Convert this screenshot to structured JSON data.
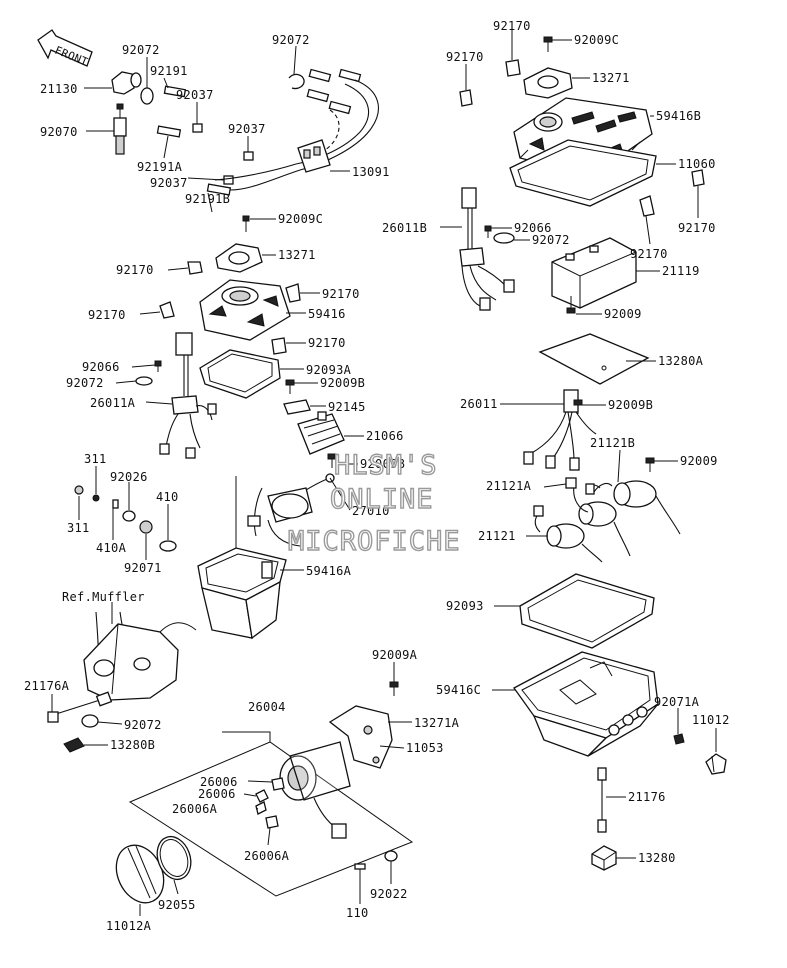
{
  "direction_label": "FRONT",
  "reference_note": "Ref.Muffler",
  "watermark": [
    "HLSM'S",
    "ONLINE",
    "MICROFICHE"
  ],
  "part_labels": {
    "p21130": "21130",
    "p92070": "92070",
    "p92072_a": "92072",
    "p92191": "92191",
    "p92037_a": "92037",
    "p92037_b": "92037",
    "p92037_c": "92037",
    "p92191A": "92191A",
    "p92191B": "92191B",
    "p92072_b": "92072",
    "p13091": "13091",
    "p92009C_a": "92009C",
    "p13271_a": "13271",
    "p92170_a": "92170",
    "p92170_b": "92170",
    "p59416": "59416",
    "p92170_c": "92170",
    "p92170_d": "92170",
    "p92066_a": "92066",
    "p92093A": "92093A",
    "p92072_c": "92072",
    "p92009B_a": "92009B",
    "p26011A": "26011A",
    "p92145": "92145",
    "p21066": "21066",
    "p311_a": "311",
    "p92026": "92026",
    "p92009B_b": "92009B",
    "p410": "410",
    "p27010": "27010",
    "p311_b": "311",
    "p410A": "410A",
    "p92071": "92071",
    "p59416A": "59416A",
    "p21176A": "21176A",
    "p92072_d": "92072",
    "p13280B": "13280B",
    "p26004": "26004",
    "p92009A": "92009A",
    "p13271A": "13271A",
    "p11053": "11053",
    "p26006_a": "26006",
    "p26006_b": "26006",
    "p26006A_a": "26006A",
    "p26006A_b": "26006A",
    "p11012A": "11012A",
    "p92055": "92055",
    "p110": "110",
    "p92022": "92022",
    "p92170_e": "92170",
    "p92170_f": "92170",
    "p92009C_b": "92009C",
    "p13271_b": "13271",
    "p59416B": "59416B",
    "p11060": "11060",
    "p92170_g": "92170",
    "p92066_b": "92066",
    "p26011B": "26011B",
    "p92072_e": "92072",
    "p92170_h": "92170",
    "p21119": "21119",
    "p92009_a": "92009",
    "p13280A": "13280A",
    "p26011": "26011",
    "p92009B_c": "92009B",
    "p21121B": "21121B",
    "p92009_b": "92009",
    "p21121A": "21121A",
    "p21121": "21121",
    "p92093": "92093",
    "p59416C": "59416C",
    "p92071A": "92071A",
    "p11012": "11012",
    "p21176": "21176",
    "p13280": "13280"
  }
}
